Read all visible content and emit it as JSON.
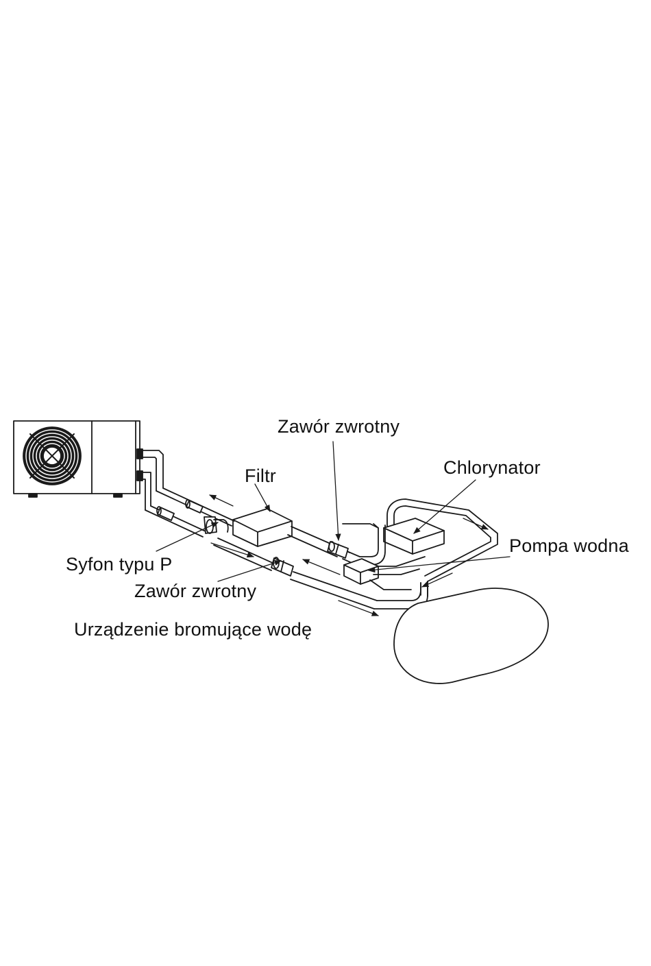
{
  "labels": {
    "check_valve_top": "Zawór zwrotny",
    "filter": "Filtr",
    "chlorinator": "Chlorynator",
    "water_pump": "Pompa wodna",
    "p_trap": "Syfon typu P",
    "check_valve_bottom": "Zawór zwrotny",
    "brominator": "Urządzenie bromujące wodę"
  },
  "colors": {
    "line": "#1a1a1a",
    "background": "#ffffff"
  }
}
